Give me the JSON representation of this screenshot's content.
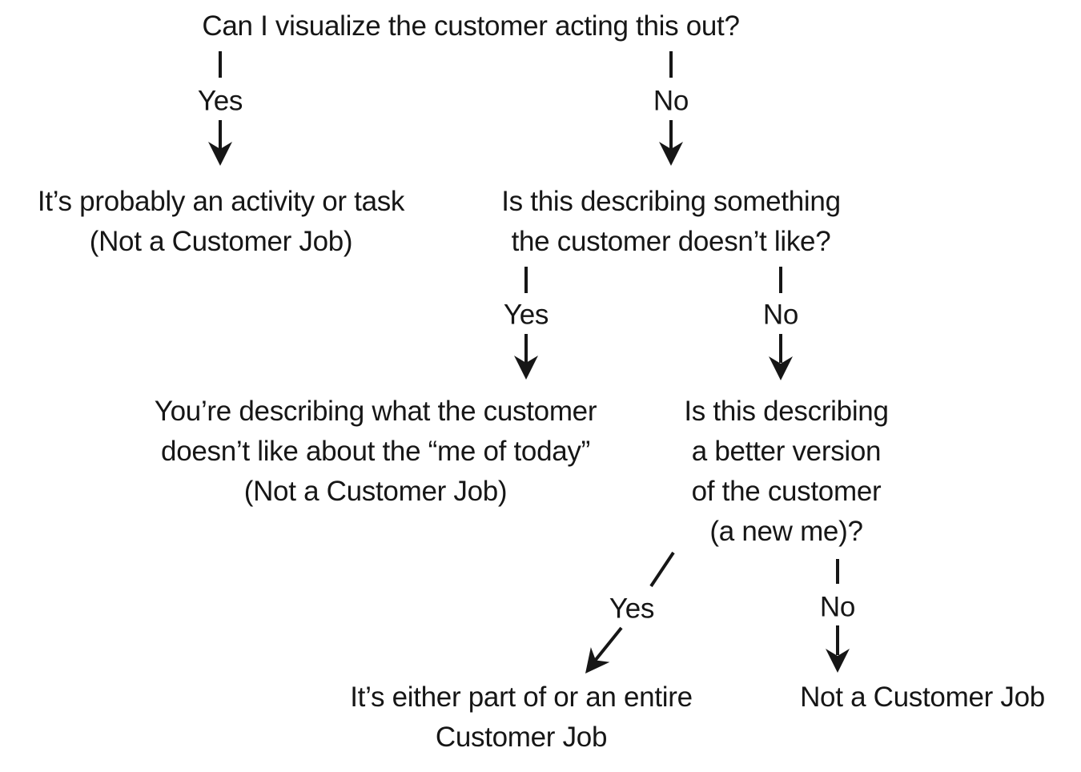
{
  "colors": {
    "ink": "#161616",
    "background": "#ffffff"
  },
  "tree": {
    "root": {
      "question": "Can I visualize the customer acting this out?",
      "yes": {
        "label": "Yes",
        "result": {
          "line1": "It’s probably an activity or task",
          "line2": "(Not a Customer Job)"
        }
      },
      "no": {
        "label": "No",
        "question": {
          "line1": "Is this describing something",
          "line2": "the customer doesn’t like?"
        },
        "yes": {
          "label": "Yes",
          "result": {
            "line1": "You’re describing what the customer",
            "line2": "doesn’t like about the “me of today”",
            "line3": "(Not a Customer Job)"
          }
        },
        "no": {
          "label": "No",
          "question": {
            "line1": "Is this describing",
            "line2": "a better version",
            "line3": "of the customer",
            "line4": "(a new me)?"
          },
          "yes": {
            "label": "Yes",
            "result": {
              "line1": "It’s either part of or an entire",
              "line2": "Customer Job"
            }
          },
          "no": {
            "label": "No",
            "result": {
              "line1": "Not a Customer Job"
            }
          }
        }
      }
    }
  }
}
